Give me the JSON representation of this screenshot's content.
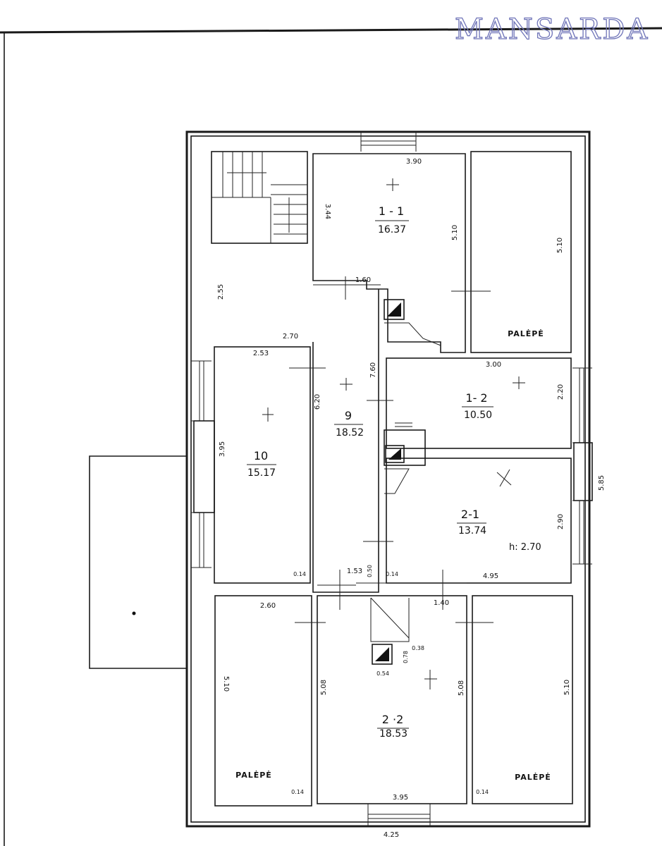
{
  "stamp": {
    "text": "MANSARDA",
    "color": "#6f74b8"
  },
  "rooms": {
    "r11": {
      "number": "1 - 1",
      "area": "16.37"
    },
    "r12": {
      "number": "1- 2",
      "area": "10.50"
    },
    "r21": {
      "number": "2-1",
      "area": "13.74",
      "height": "h: 2.70"
    },
    "r22": {
      "number": "2 ·2",
      "area": "18.53"
    },
    "r9": {
      "number": "9",
      "area": "18.52"
    },
    "r10": {
      "number": "10",
      "area": "15.17"
    }
  },
  "attic_label": "PALĖPĖ",
  "dimensions": {
    "d390": "3.90",
    "d344": "3.44",
    "d510a": "5.10",
    "d510b": "5.10",
    "d160": "1.60",
    "d255": "2.55",
    "d270": "2.70",
    "d253": "2.53",
    "d760": "7.60",
    "d620": "6.20",
    "d300": "3.00",
    "d220": "2.20",
    "d395a": "3.95",
    "d585": "5.85",
    "d290": "2.90",
    "d014a": "0.14",
    "d153": "1.53",
    "d050": "0.50",
    "d014b": "0.14",
    "d495": "4.95",
    "d260": "2.60",
    "d140": "1.40",
    "d038": "0.38",
    "d078": "0.78",
    "d054": "0.54",
    "d510c": "5.10",
    "d508a": "5.08",
    "d508b": "5.08",
    "d510d": "5.10",
    "d014c": "0.14",
    "d395b": "3.95",
    "d014d": "0.14",
    "d425": "4.25"
  }
}
